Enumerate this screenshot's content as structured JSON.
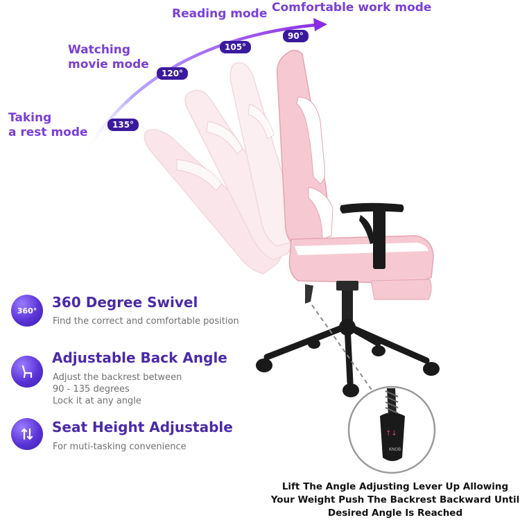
{
  "modes": {
    "rest": "Taking\na rest mode",
    "movie": "Watching\nmovie mode",
    "reading": "Reading mode",
    "work": "Comfortable work mode"
  },
  "angles": {
    "a135": "135°",
    "a120": "120°",
    "a105": "105°",
    "a90": "90°"
  },
  "features": [
    {
      "icon": "swivel-360-icon",
      "icon_text": "360°",
      "title": "360 Degree Swivel",
      "desc": "Find the correct and comfortable position"
    },
    {
      "icon": "recline-seat-icon",
      "title": "Adjustable Back Angle",
      "desc": "Adjust the backrest between\n90 - 135 degrees\nLock it at any angle"
    },
    {
      "icon": "height-arrows-icon",
      "title": "Seat Height Adjustable",
      "desc": "For muti-tasking convenience"
    }
  ],
  "caption": "Lift The Angle Adjusting Lever Up Allowing Your Weight Push The Backrest Backward Until Desired Angle Is Reached",
  "colors": {
    "accent_purple": "#7a3fd6",
    "badge_dark": "#3a1a9c",
    "chair_pink": "#f6c9d2",
    "chair_white": "#ffffff",
    "frame_black": "#1a1a1a"
  }
}
